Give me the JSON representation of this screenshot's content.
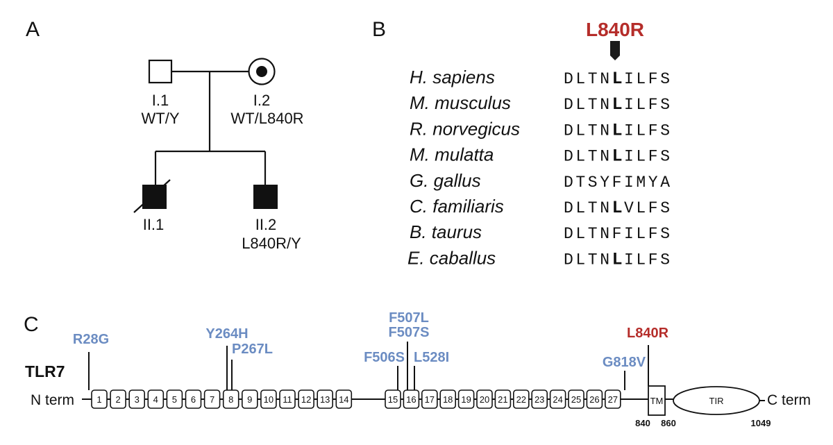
{
  "colors": {
    "ink": "#111111",
    "mutation_highlight": "#b52d2a",
    "mutation_other": "#6b8cc2"
  },
  "panel_a": {
    "letter": "A",
    "individuals": [
      {
        "id": "I.1",
        "genotype": "WT/Y",
        "sex": "male",
        "affected": false,
        "carrier": false,
        "deceased": false
      },
      {
        "id": "I.2",
        "genotype": "WT/L840R",
        "sex": "female",
        "affected": false,
        "carrier": true,
        "deceased": false
      },
      {
        "id": "II.1",
        "genotype": "",
        "sex": "male",
        "affected": true,
        "carrier": false,
        "deceased": true
      },
      {
        "id": "II.2",
        "genotype": "L840R/Y",
        "sex": "male",
        "affected": true,
        "carrier": false,
        "deceased": false
      }
    ]
  },
  "panel_b": {
    "letter": "B",
    "mutation_label": "L840R",
    "highlight_index": 4,
    "alignment": [
      {
        "species": "H. sapiens",
        "sequence": "DLTNLILFS",
        "conserved": true
      },
      {
        "species": "M. musculus",
        "sequence": "DLTNLILFS",
        "conserved": true
      },
      {
        "species": "R. norvegicus",
        "sequence": "DLTNLILFS",
        "conserved": true
      },
      {
        "species": "M. mulatta",
        "sequence": "DLTNLILFS",
        "conserved": true
      },
      {
        "species": "G. gallus",
        "sequence": "DTSYFIMYA",
        "conserved": false
      },
      {
        "species": "C. familiaris",
        "sequence": "DLTNLVLFS",
        "conserved": true
      },
      {
        "species": "B. taurus",
        "sequence": "DLTNFILFS",
        "conserved": false
      },
      {
        "species": "E. caballus",
        "sequence": "DLTNLILFS",
        "conserved": true
      }
    ]
  },
  "panel_c": {
    "letter": "C",
    "protein": "TLR7",
    "n_term": "N term",
    "c_term": "C term",
    "lrr_domains": [
      "1",
      "2",
      "3",
      "4",
      "5",
      "6",
      "7",
      "8",
      "9",
      "10",
      "11",
      "12",
      "13",
      "14",
      "15",
      "16",
      "17",
      "18",
      "19",
      "20",
      "21",
      "22",
      "23",
      "24",
      "25",
      "26",
      "27"
    ],
    "tm_label": "TM",
    "tir_label": "TIR",
    "positions": {
      "tm_start": "840",
      "tm_end": "860",
      "end": "1049"
    },
    "mutations": [
      {
        "label": "R28G",
        "type": "other",
        "domain": "1"
      },
      {
        "label": "Y264H",
        "type": "other",
        "domain": "8"
      },
      {
        "label": "P267L",
        "type": "other",
        "domain": "8"
      },
      {
        "label": "F506S",
        "type": "other",
        "domain": "15"
      },
      {
        "label": "F507L",
        "type": "other",
        "domain": "16"
      },
      {
        "label": "F507S",
        "type": "other",
        "domain": "16"
      },
      {
        "label": "L528I",
        "type": "other",
        "domain": "16"
      },
      {
        "label": "G818V",
        "type": "other",
        "domain": "27"
      },
      {
        "label": "L840R",
        "type": "highlight",
        "domain": "TM"
      }
    ]
  }
}
